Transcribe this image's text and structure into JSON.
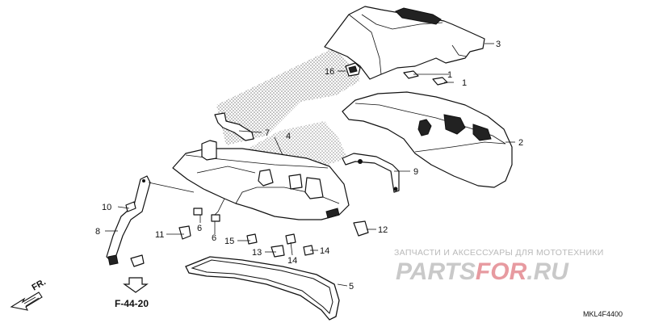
{
  "callouts": [
    {
      "id": "1a",
      "text": "1"
    },
    {
      "id": "1b",
      "text": "1"
    },
    {
      "id": "2",
      "text": "2"
    },
    {
      "id": "3",
      "text": "3"
    },
    {
      "id": "4",
      "text": "4"
    },
    {
      "id": "5",
      "text": "5"
    },
    {
      "id": "6a",
      "text": "6"
    },
    {
      "id": "6b",
      "text": "6"
    },
    {
      "id": "7",
      "text": "7"
    },
    {
      "id": "8",
      "text": "8"
    },
    {
      "id": "9",
      "text": "9"
    },
    {
      "id": "10",
      "text": "10"
    },
    {
      "id": "11",
      "text": "11"
    },
    {
      "id": "12",
      "text": "12"
    },
    {
      "id": "13",
      "text": "13"
    },
    {
      "id": "14a",
      "text": "14"
    },
    {
      "id": "14b",
      "text": "14"
    },
    {
      "id": "15",
      "text": "15"
    },
    {
      "id": "16",
      "text": "16"
    }
  ],
  "direction_label": "FR.",
  "reference_label": "F-44-20",
  "diagram_code": "MKL4F4400",
  "watermark": {
    "tagline": "ЗАПЧАСТИ И АКСЕССУАРЫ ДЛЯ МОТОТЕХНИКИ",
    "brand_part1": "PARTS",
    "brand_part2": "FOR",
    "brand_part3": ".RU"
  }
}
